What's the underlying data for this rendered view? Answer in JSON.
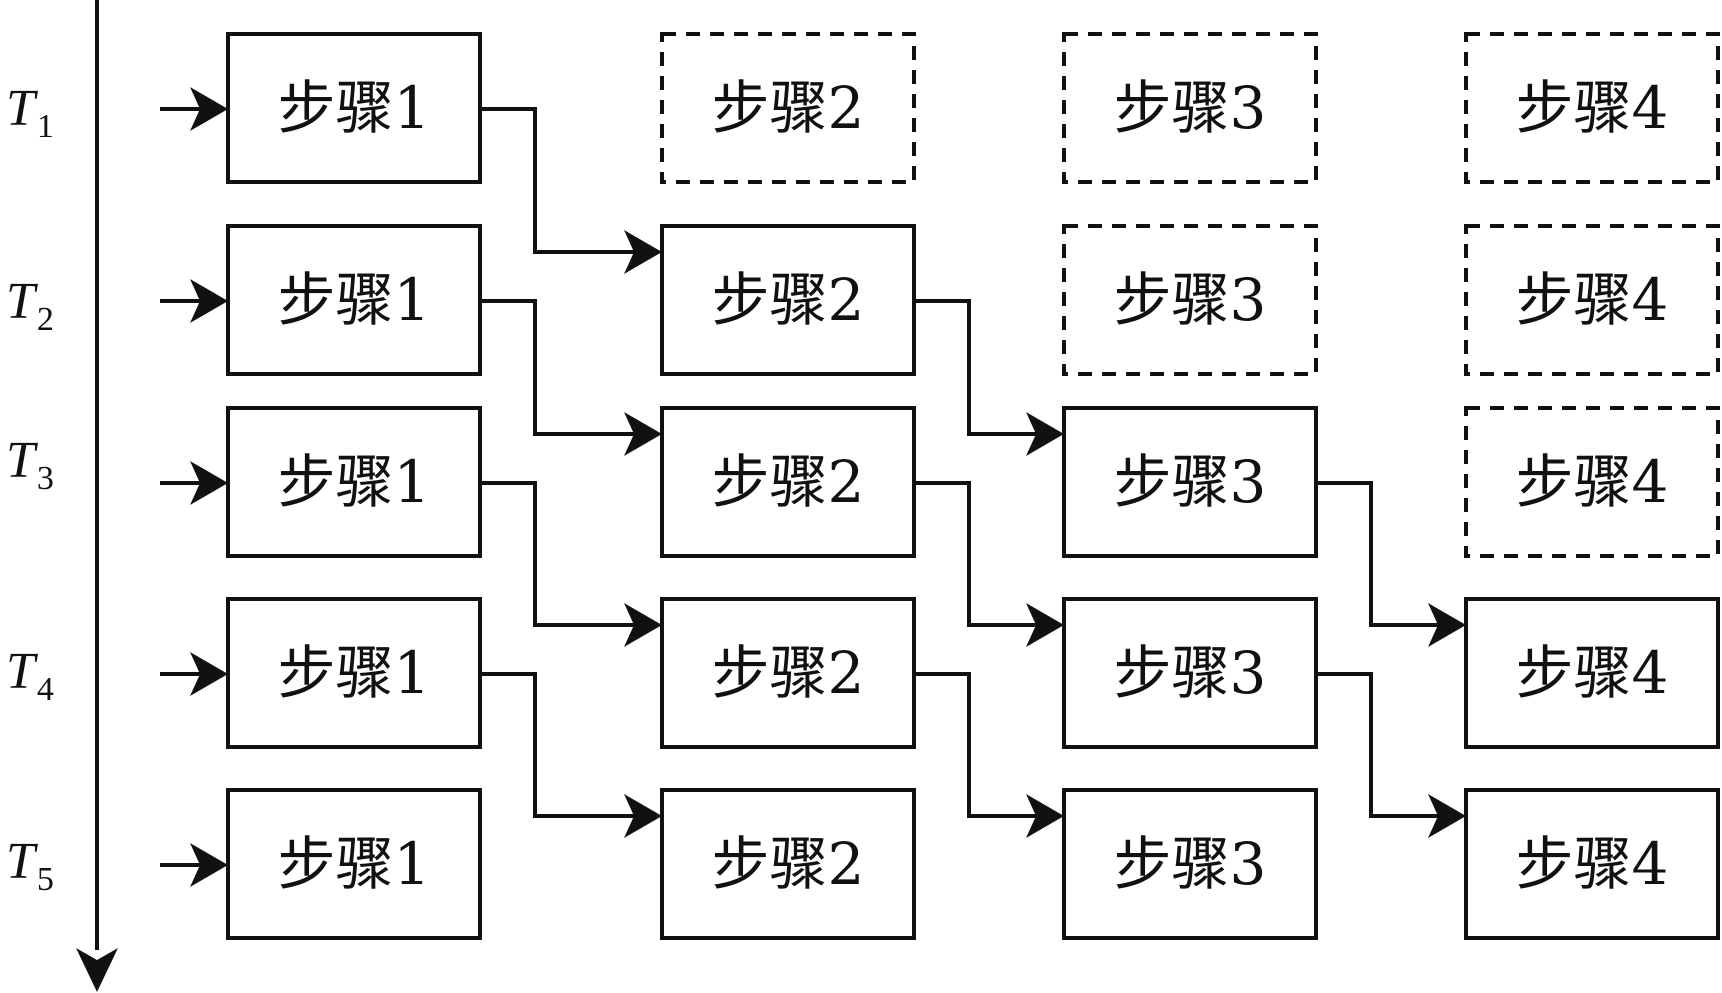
{
  "time_labels": [
    {
      "main": "T",
      "sub": "1"
    },
    {
      "main": "T",
      "sub": "2"
    },
    {
      "main": "T",
      "sub": "3"
    },
    {
      "main": "T",
      "sub": "4"
    },
    {
      "main": "T",
      "sub": "5"
    }
  ],
  "steps": [
    "步骤1",
    "步骤2",
    "步骤3",
    "步骤4"
  ],
  "grid": [
    [
      "solid",
      "dashed",
      "dashed",
      "dashed"
    ],
    [
      "solid",
      "solid",
      "dashed",
      "dashed"
    ],
    [
      "solid",
      "solid",
      "solid",
      "dashed"
    ],
    [
      "solid",
      "solid",
      "solid",
      "solid"
    ],
    [
      "solid",
      "solid",
      "solid",
      "solid"
    ]
  ]
}
